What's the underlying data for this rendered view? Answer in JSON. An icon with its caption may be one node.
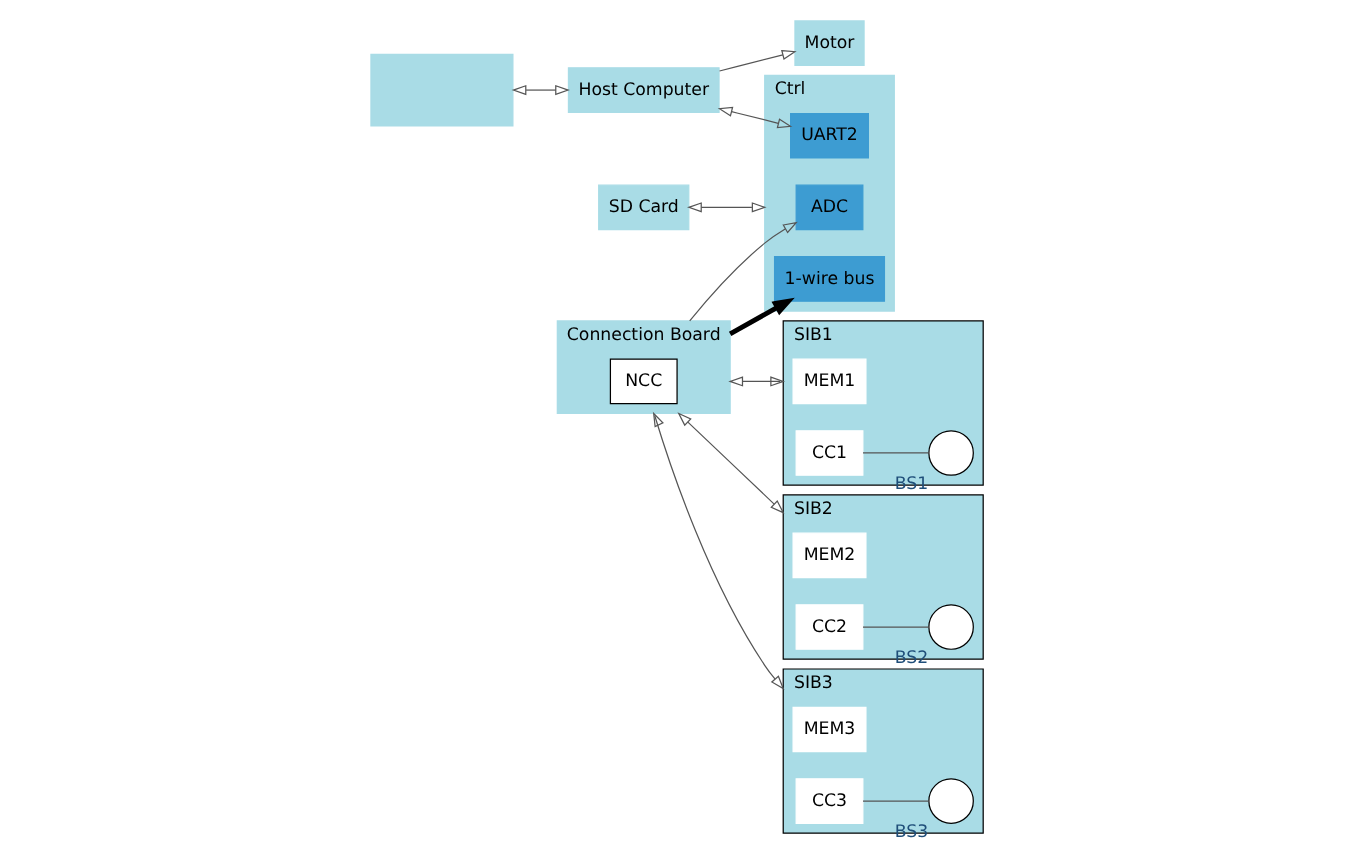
{
  "diagram": {
    "nodes": [
      {
        "text": [],
        "shape": "box"
      },
      {
        "text": [
          "Host Computer"
        ]
      },
      {
        "text": [
          "Motor"
        ]
      },
      {
        "text": [
          "SD Card"
        ]
      },
      {
        "text": [
          "Ctrl"
        ]
      },
      {
        "text": [
          "ADC"
        ],
        "in": 4
      },
      {
        "text": [
          "1-wire bus"
        ],
        "in": 4
      },
      {
        "text": [
          "UART2"
        ],
        "in": 4
      },
      {
        "text": [
          "Connection Board"
        ]
      },
      {
        "text": [
          "NCC"
        ],
        "in": 8
      },
      {
        "text": [
          "SIB1"
        ]
      },
      {
        "text": [
          "MEM1"
        ],
        "in": 10
      },
      {
        "text": [
          "CC1"
        ],
        "in": 10
      },
      {
        "text": [],
        "shape": "circle",
        "beside": [
          "BS1"
        ],
        "in": 10
      },
      {
        "text": [
          "SIB2"
        ]
      },
      {
        "text": [
          "MEM2"
        ],
        "in": 14
      },
      {
        "text": [
          "CC2"
        ],
        "in": 14
      },
      {
        "text": [],
        "shape": "circle",
        "beside": [
          "BS2"
        ],
        "in": 14
      },
      {
        "text": [
          "SIB3"
        ]
      },
      {
        "text": [
          "MEM3"
        ],
        "in": 18
      },
      {
        "text": [
          "CC3"
        ],
        "in": 18
      },
      {
        "text": [],
        "shape": "circle",
        "beside": [
          "BS3"
        ],
        "in": 18
      }
    ],
    "edges": [
      {
        "from": 0,
        "to": 1,
        "arrow": "both"
      },
      {
        "from": 1,
        "to": 2,
        "arrow": "to"
      },
      {
        "from": 3,
        "to": 4,
        "arrow": "both"
      },
      {
        "from": 1,
        "to": 7,
        "arrow": "both"
      },
      {
        "from": 8,
        "to": 5,
        "arrow": "to"
      },
      {
        "from": 8,
        "to": 6,
        "arrow": "to",
        "style": "thick",
        "color": "#000000"
      },
      {
        "from": 8,
        "to": 10,
        "arrow": "both"
      },
      {
        "from": 8,
        "to": 14,
        "arrow": "both"
      },
      {
        "from": 8,
        "to": 18,
        "arrow": "both"
      },
      {
        "from": 12,
        "to": 13,
        "arrow": "none"
      },
      {
        "from": 16,
        "to": 17,
        "arrow": "none"
      },
      {
        "from": 20,
        "to": 21,
        "arrow": "none"
      }
    ]
  }
}
